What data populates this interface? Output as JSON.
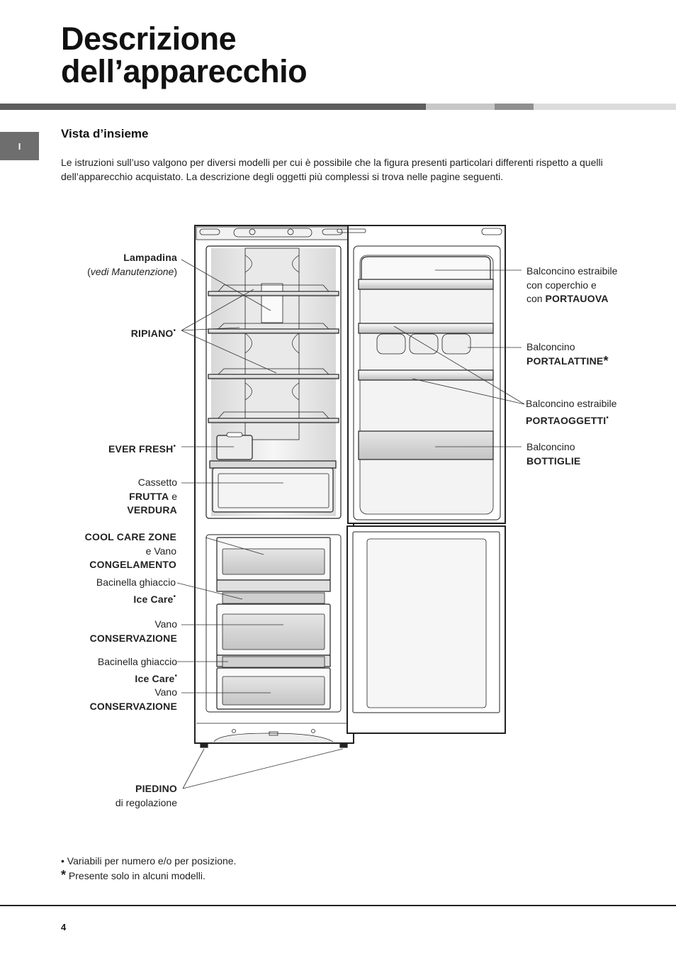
{
  "title": {
    "line1": "Descrizione",
    "line2": "dell’apparecchio"
  },
  "language_tab": "I",
  "section_title": "Vista d’insieme",
  "intro": "Le istruzioni sull’uso valgono per diversi modelli per cui è possibile che la figura presenti particolari differenti rispetto a quelli dell’apparecchio acquistato. La descrizione degli oggetti più complessi si trova nelle pagine seguenti.",
  "colors": {
    "bar_dark": "#5d5d5d",
    "bar_mid": "#c8c8c8",
    "bar_accent": "#8f8f8f",
    "bar_light": "#dcdcdc",
    "tab": "#6e6e6e"
  },
  "markers": {
    "dot": "•",
    "star": "*"
  },
  "labels": {
    "lampadina": {
      "name": "Lampadina",
      "paren_open": "(",
      "note": "vedi Manutenzione",
      "paren_close": ")"
    },
    "ripiano": {
      "name": "RIPIANO"
    },
    "ever_fresh": {
      "name": "EVER FRESH"
    },
    "cassetto": {
      "line1": "Cassetto",
      "bold1": "FRUTTA",
      "conj": " e",
      "bold2": "VERDURA"
    },
    "cool_care": {
      "bold1": "COOL CARE ZONE",
      "line2": "e Vano",
      "bold2": "CONGELAMENTO"
    },
    "bacinella1": {
      "line1": "Bacinella ghiaccio",
      "bold": "Ice Care"
    },
    "vano1": {
      "line1": "Vano",
      "bold": "CONSERVAZIONE"
    },
    "bacinella2": {
      "line1": "Bacinella ghiaccio",
      "bold": "Ice Care"
    },
    "vano2": {
      "line1": "Vano",
      "bold": "CONSERVAZIONE"
    },
    "piedino": {
      "bold": "PIEDINO",
      "line2": "di regolazione"
    },
    "balc_portauova": {
      "line1": "Balconcino estraibile",
      "line2": "con coperchio e",
      "line3_prefix": "con ",
      "bold": "PORTAUOVA"
    },
    "balc_portalattine": {
      "line1": "Balconcino",
      "bold": "PORTALATTINE"
    },
    "balc_portaoggetti": {
      "line1": "Balconcino estraibile",
      "bold": "PORTAOGGETTI"
    },
    "balc_bottiglie": {
      "line1": "Balconcino",
      "bold": "BOTTIGLIE"
    }
  },
  "notes": {
    "dot_note": "Variabili per numero e/o per posizione.",
    "star_note": "Presente solo in alcuni modelli."
  },
  "page_number": "4"
}
